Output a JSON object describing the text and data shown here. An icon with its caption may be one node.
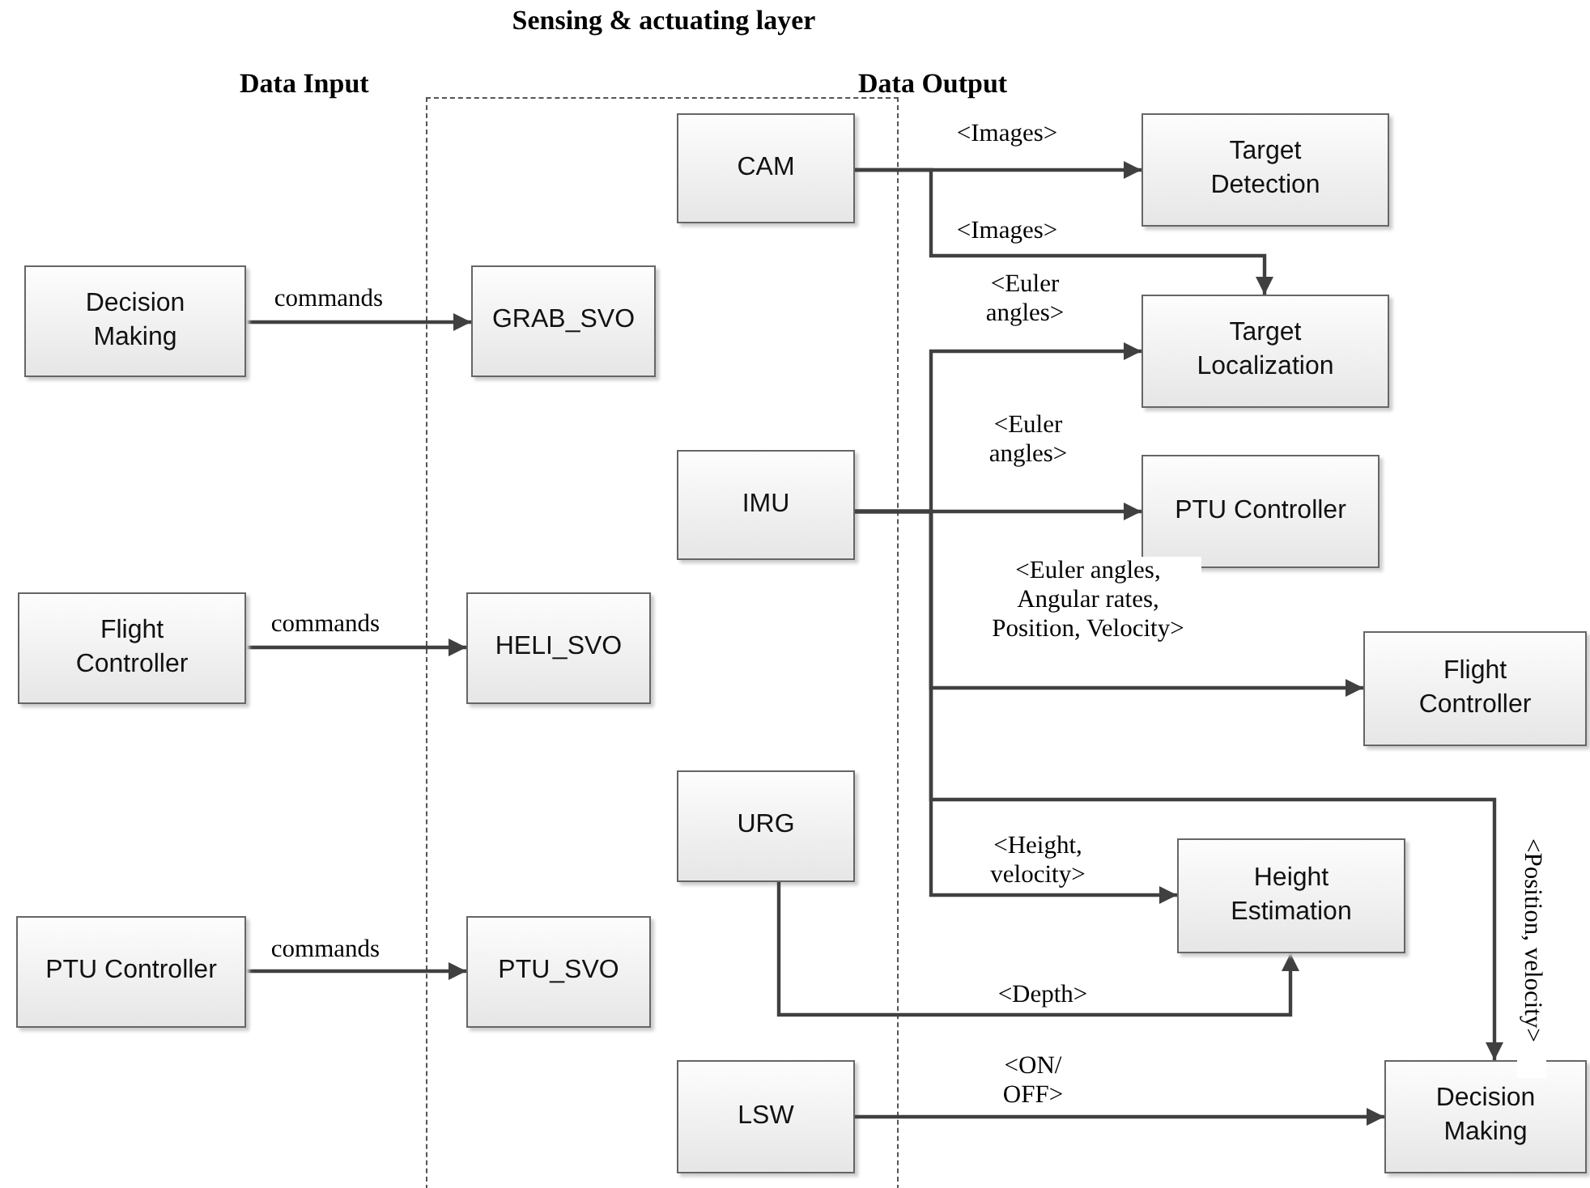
{
  "diagram": {
    "nodes": [
      {
        "text": [
          "Decision Making"
        ]
      },
      {
        "text": [
          "Flight Controller"
        ]
      },
      {
        "text": [
          "PTU Controller"
        ]
      },
      {
        "text": [
          "Sensing & actuating layer"
        ]
      },
      {
        "text": [
          "GRAB_SVO"
        ],
        "in": 3
      },
      {
        "text": [
          "HELI_SVO"
        ],
        "in": 3
      },
      {
        "text": [
          "PTU_SVO"
        ],
        "in": 3
      },
      {
        "text": [
          "CAM"
        ],
        "in": 3
      },
      {
        "text": [
          "IMU"
        ],
        "in": 3
      },
      {
        "text": [
          "URG"
        ],
        "in": 3
      },
      {
        "text": [
          "LSW"
        ],
        "in": 3
      },
      {
        "text": [
          "Target Detection"
        ]
      },
      {
        "text": [
          "Target Localization"
        ]
      },
      {
        "text": [
          "PTU Controller"
        ]
      },
      {
        "text": [
          "Flight Controller"
        ]
      },
      {
        "text": [
          "Height Estimation"
        ]
      },
      {
        "text": [
          "Decision Making"
        ]
      }
    ],
    "edges": [
      {
        "from": 0,
        "to": 4,
        "arrow": "to",
        "label": "commands"
      },
      {
        "from": 1,
        "to": 5,
        "arrow": "to",
        "label": "commands"
      },
      {
        "from": 2,
        "to": 6,
        "arrow": "to",
        "label": "commands"
      },
      {
        "from": 7,
        "to": 11,
        "arrow": "to",
        "label": "<Images>"
      },
      {
        "from": 7,
        "to": 12,
        "arrow": "to",
        "label": "<Images>"
      },
      {
        "from": 8,
        "to": 12,
        "arrow": "to",
        "label": "<Euler angles>"
      },
      {
        "from": 8,
        "to": 13,
        "arrow": "to",
        "label": "<Euler angles>"
      },
      {
        "from": 8,
        "to": 14,
        "arrow": "to",
        "label": "<Euler angles, Angular rates, Position, Velocity>"
      },
      {
        "from": 8,
        "to": 15,
        "arrow": "to",
        "label": "<Height, velocity>"
      },
      {
        "from": 8,
        "to": 16,
        "arrow": "to",
        "label": "<Position, velocity>"
      },
      {
        "from": 9,
        "to": 15,
        "arrow": "to",
        "label": "<Depth>"
      },
      {
        "from": 10,
        "to": 16,
        "arrow": "to",
        "label": "<ON/ OFF>"
      }
    ],
    "labels": [
      "Data Input",
      "Data Output"
    ]
  }
}
